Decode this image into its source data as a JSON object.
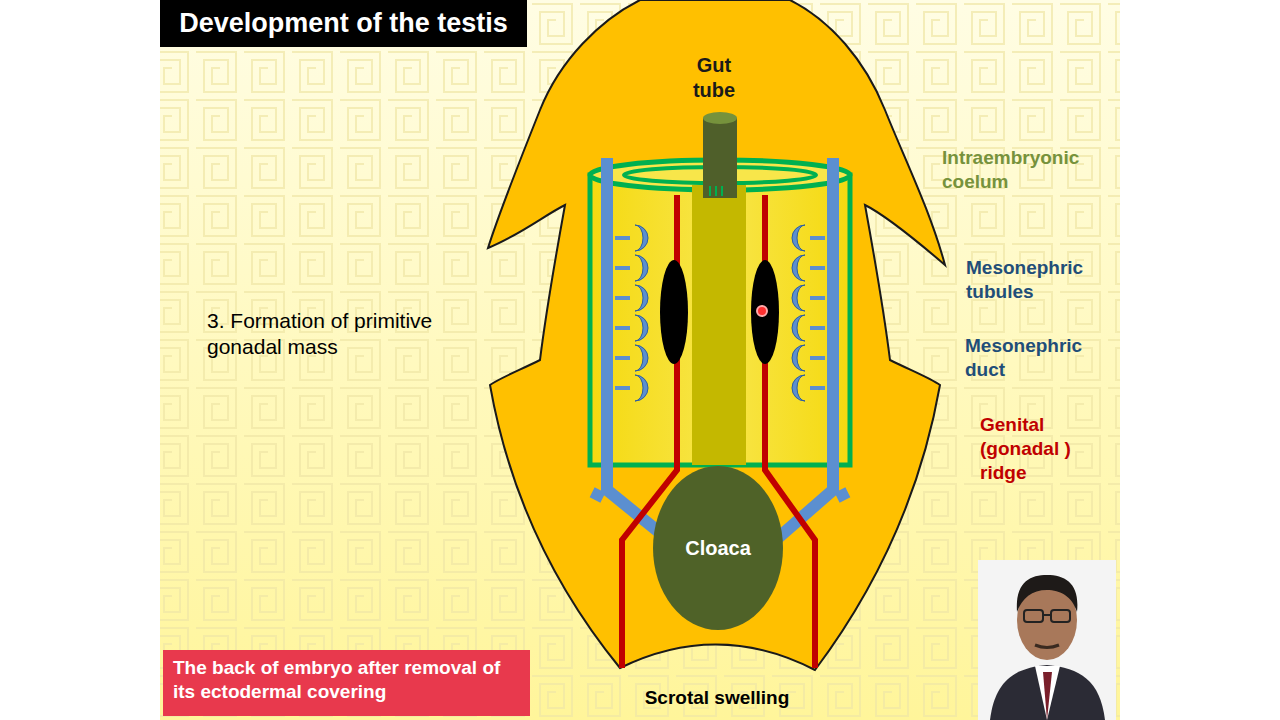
{
  "diagram": {
    "title": "Development of the testis",
    "caption": "The back of embryo after removal of its ectodermal covering",
    "nodes": [
      {
        "text": [
          "Cloaca"
        ]
      }
    ],
    "labels": [
      "Gut tube",
      "Intraembryonic coelum",
      "Mesonephric tubules",
      "Mesonephric duct",
      "Genital (gonadal ) ridge",
      "3. Formation of primitive gonadal mass",
      "Scrotal swelling"
    ]
  }
}
